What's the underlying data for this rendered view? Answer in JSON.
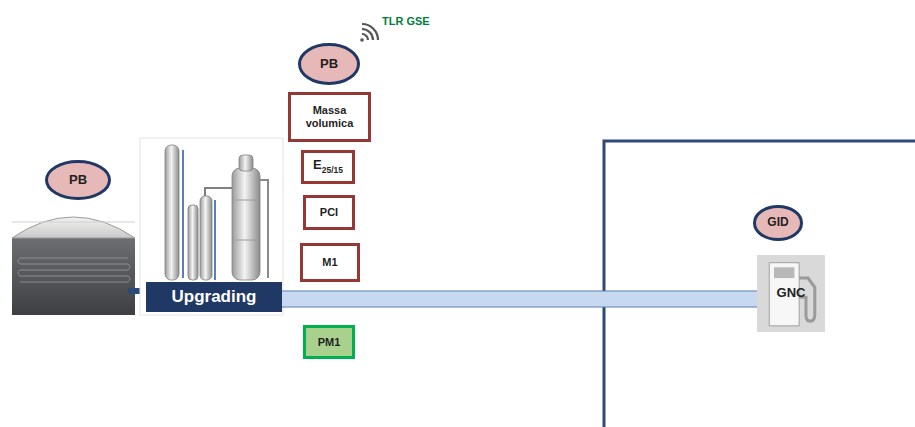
{
  "diagram": {
    "nodes": [
      {
        "text": [
          "PB"
        ]
      },
      {
        "text": [
          "Upgrading"
        ]
      },
      {
        "text": [
          "PB"
        ]
      },
      {
        "text": [
          "Massa volumica"
        ]
      },
      {
        "text": [
          "E25/15"
        ]
      },
      {
        "text": [
          "PCI"
        ]
      },
      {
        "text": [
          "M1"
        ]
      },
      {
        "text": [
          "PM1"
        ]
      },
      {
        "text": [
          "GID"
        ]
      },
      {
        "text": [
          "GNC"
        ]
      }
    ],
    "edges": [
      {
        "from": 1,
        "to": 9,
        "arrow": "none"
      }
    ],
    "labels": [
      "TLR GSE"
    ]
  }
}
